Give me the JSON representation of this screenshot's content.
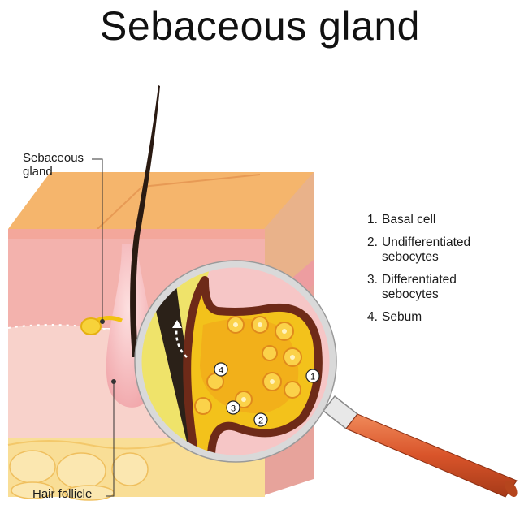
{
  "title": "Sebaceous gland",
  "labels": {
    "sebaceous_gland": "Sebaceous gland",
    "hair_follicle": "Hair follicle"
  },
  "legend": [
    {
      "number": "1.",
      "text": "Basal cell"
    },
    {
      "number": "2.",
      "text": "Undifferentiated sebocytes"
    },
    {
      "number": "3.",
      "text": "Differentiated sebocytes"
    },
    {
      "number": "4.",
      "text": "Sebum"
    }
  ],
  "markers": [
    "1",
    "2",
    "3",
    "4"
  ],
  "colors": {
    "epidermis_top": "#f2b06a",
    "skin_pink": "#f4a9a3",
    "dermis": "#f7cfc6",
    "fat": "#f9dc8f",
    "hair": "#2a1a12",
    "gland_yellow": "#f4c21c",
    "basal_brown": "#7a3320",
    "handle": "#d9542a"
  }
}
